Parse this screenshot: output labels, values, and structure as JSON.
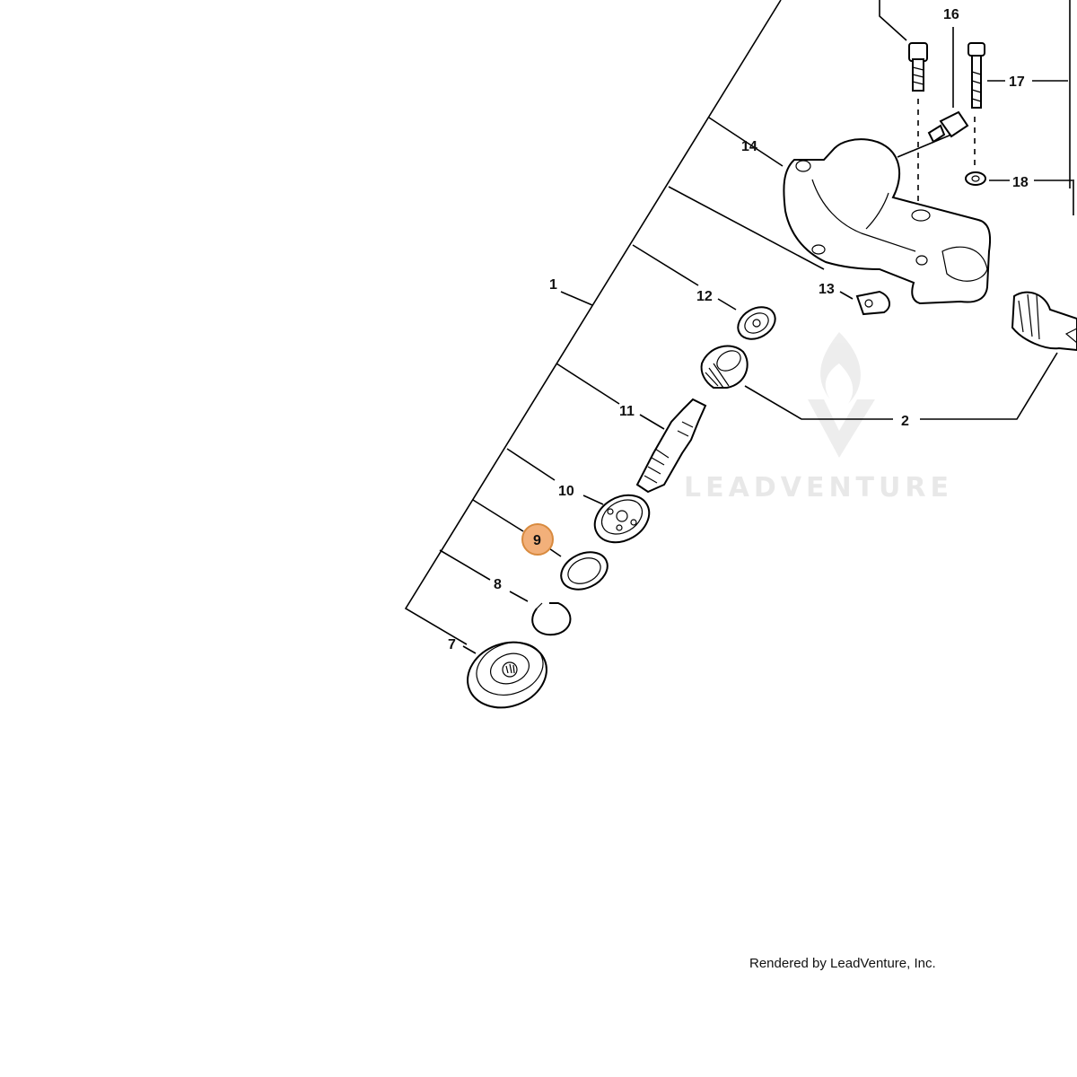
{
  "callouts": {
    "c1": "1",
    "c2": "2",
    "c7": "7",
    "c8": "8",
    "c9": "9",
    "c10": "10",
    "c11": "11",
    "c12": "12",
    "c13": "13",
    "c14": "14",
    "c16": "16",
    "c17": "17",
    "c18": "18"
  },
  "highlight": {
    "callout": "9",
    "color": "#f2b07a",
    "stroke": "#d88a3e"
  },
  "watermark": {
    "text": "LEADVENTURE"
  },
  "footer": {
    "credit": "Rendered by LeadVenture, Inc."
  }
}
